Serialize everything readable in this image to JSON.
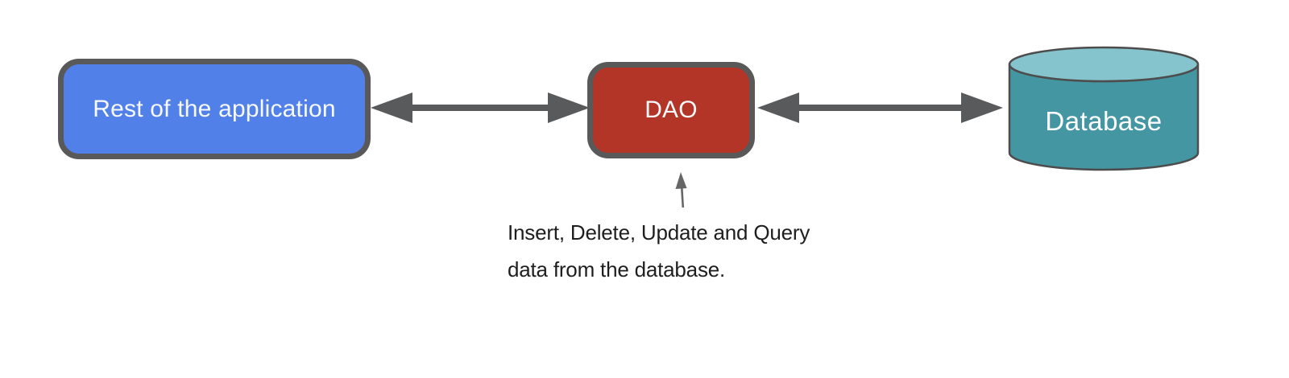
{
  "diagram": {
    "background": "#ffffff",
    "border_color": "#595959",
    "arrow_color": "#595a5c",
    "nodes": {
      "application": {
        "label": "Rest of the application",
        "shape": "rounded-rectangle",
        "fill": "#5181e8",
        "text_color": "#f8f9fa"
      },
      "dao": {
        "label": "DAO",
        "shape": "rounded-rectangle",
        "fill": "#b23528",
        "text_color": "#f8f9fa"
      },
      "database": {
        "label": "Database",
        "shape": "cylinder",
        "body_fill": "#4496a3",
        "top_fill": "#85c4cd",
        "outline": "#4d4d4d",
        "text_color": "#ffffff"
      }
    },
    "connectors": [
      {
        "from": "application",
        "to": "dao",
        "type": "double-headed-arrow"
      },
      {
        "from": "dao",
        "to": "database",
        "type": "double-headed-arrow"
      }
    ],
    "annotation": {
      "pointer": "up-arrow",
      "pointer_color": "#666666",
      "lines": [
        "Insert, Delete, Update and Query",
        "data from the database."
      ],
      "text_color": "#1e1e1e"
    }
  }
}
